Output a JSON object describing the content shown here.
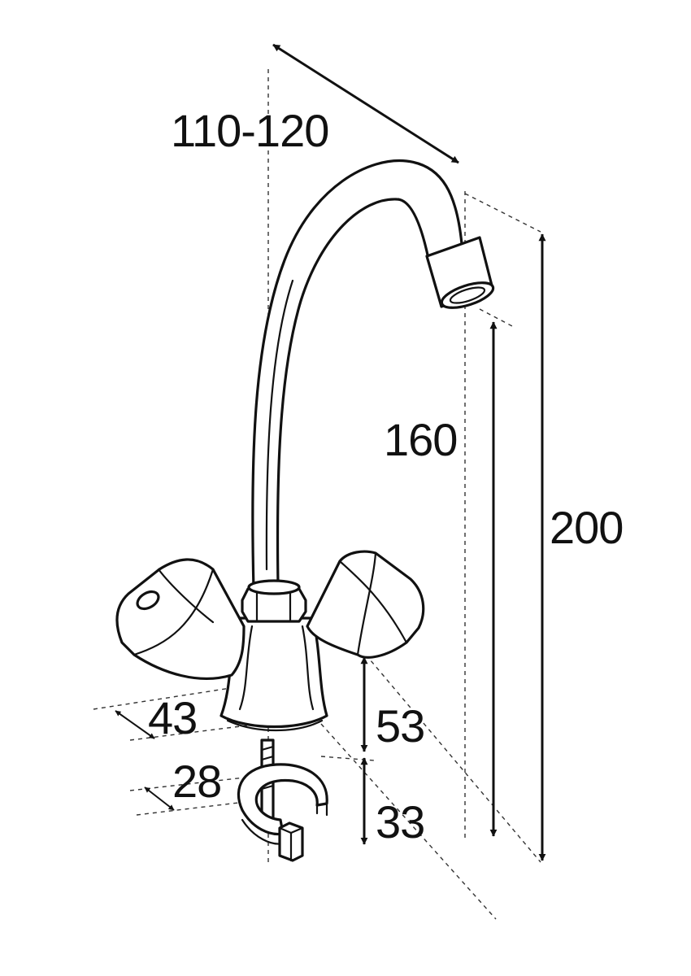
{
  "dimensions": {
    "spout_reach": "110-120",
    "outlet_height": "160",
    "total_height": "200",
    "body_height": "53",
    "mount_depth": "33",
    "base_diameter": "43",
    "hole_diameter": "28"
  },
  "colors": {
    "line": "#111111",
    "background": "#ffffff"
  }
}
